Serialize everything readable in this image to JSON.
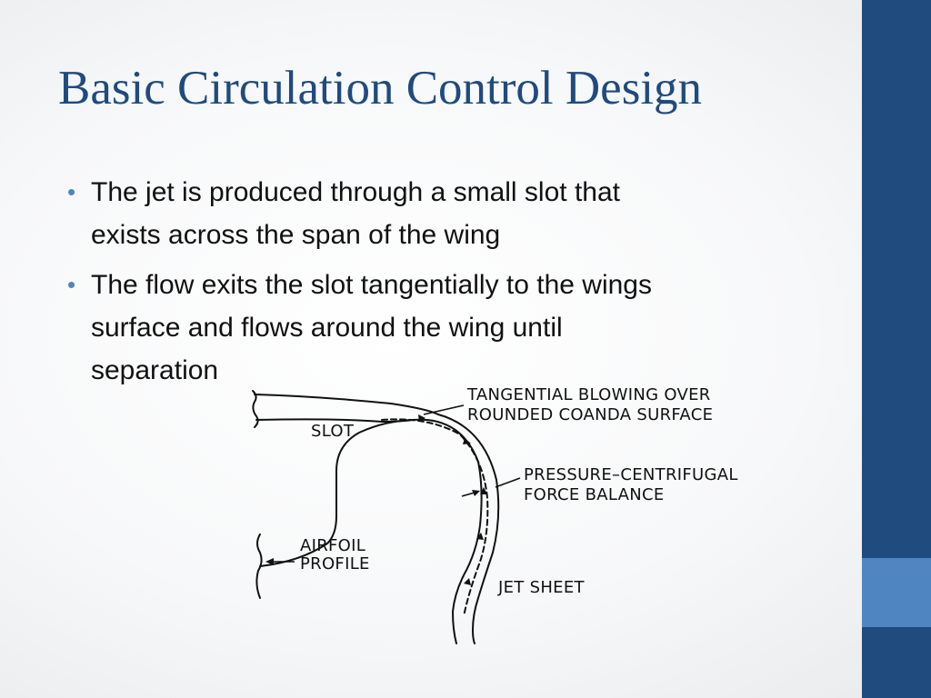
{
  "slide": {
    "title": "Basic Circulation Control Design",
    "bullets": [
      {
        "line1": "The jet is produced through a small slot that",
        "line2": "exists across the span of the wing"
      },
      {
        "line1": "The flow exits the slot tangentially to the wings",
        "line2": "surface and flows around the wing until",
        "line3": "separation"
      }
    ]
  },
  "diagram": {
    "labels": {
      "blowing_1": "TANGENTIAL BLOWING OVER",
      "blowing_2": "ROUNDED COANDA SURFACE",
      "slot": "SLOT",
      "balance_1": "PRESSURE–CENTRIFUGAL",
      "balance_2": "FORCE BALANCE",
      "airfoil_1": "AIRFOIL",
      "airfoil_2": "PROFILE",
      "jet_sheet": "JET SHEET"
    }
  },
  "colors": {
    "title": "#1f4b7e",
    "sidebar": "#1f4b7e",
    "sidebar_accent": "#4f86c2",
    "bullet_marker": "#4f86c2",
    "body_text": "#111111"
  }
}
